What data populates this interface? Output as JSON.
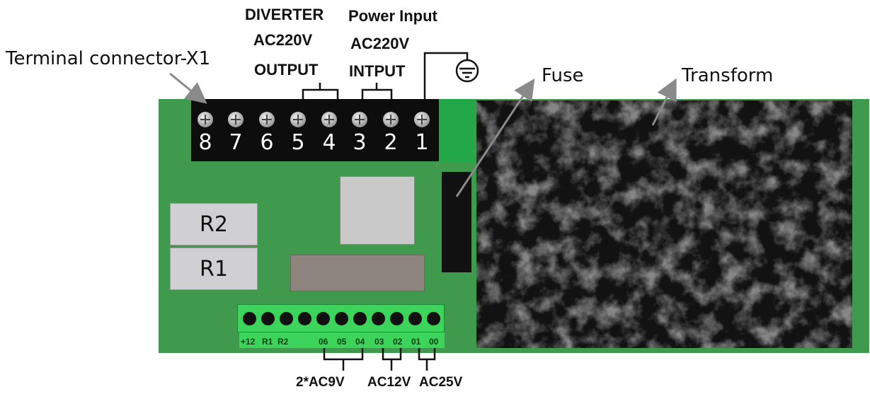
{
  "labels": {
    "terminal_connector": "Terminal connector-X1",
    "diverter_line1": "DIVERTER",
    "diverter_line2": "AC220V",
    "diverter_line3": "OUTPUT",
    "power_line1": "Power Input",
    "power_line2": "AC220V",
    "power_line3": "INTPUT",
    "fuse": "Fuse",
    "transform": "Transform",
    "r2": "R2",
    "r1": "R1",
    "ac9v": "2*AC9V",
    "ac12v": "AC12V",
    "ac25v": "AC25V"
  },
  "terminal_numbers": [
    "8",
    "7",
    "6",
    "5",
    "4",
    "3",
    "2",
    "1"
  ],
  "connector_pins": {
    "group1": [
      "+12",
      "R1",
      "R2"
    ],
    "group2": [
      "06",
      "05",
      "04",
      "03",
      "02",
      "01",
      "00"
    ]
  },
  "icons": {
    "ground": "ground-symbol-icon"
  },
  "colors": {
    "board": "#3f9a4e",
    "connector": "#3cd45a",
    "terminal_block": "#0d0d0d"
  }
}
